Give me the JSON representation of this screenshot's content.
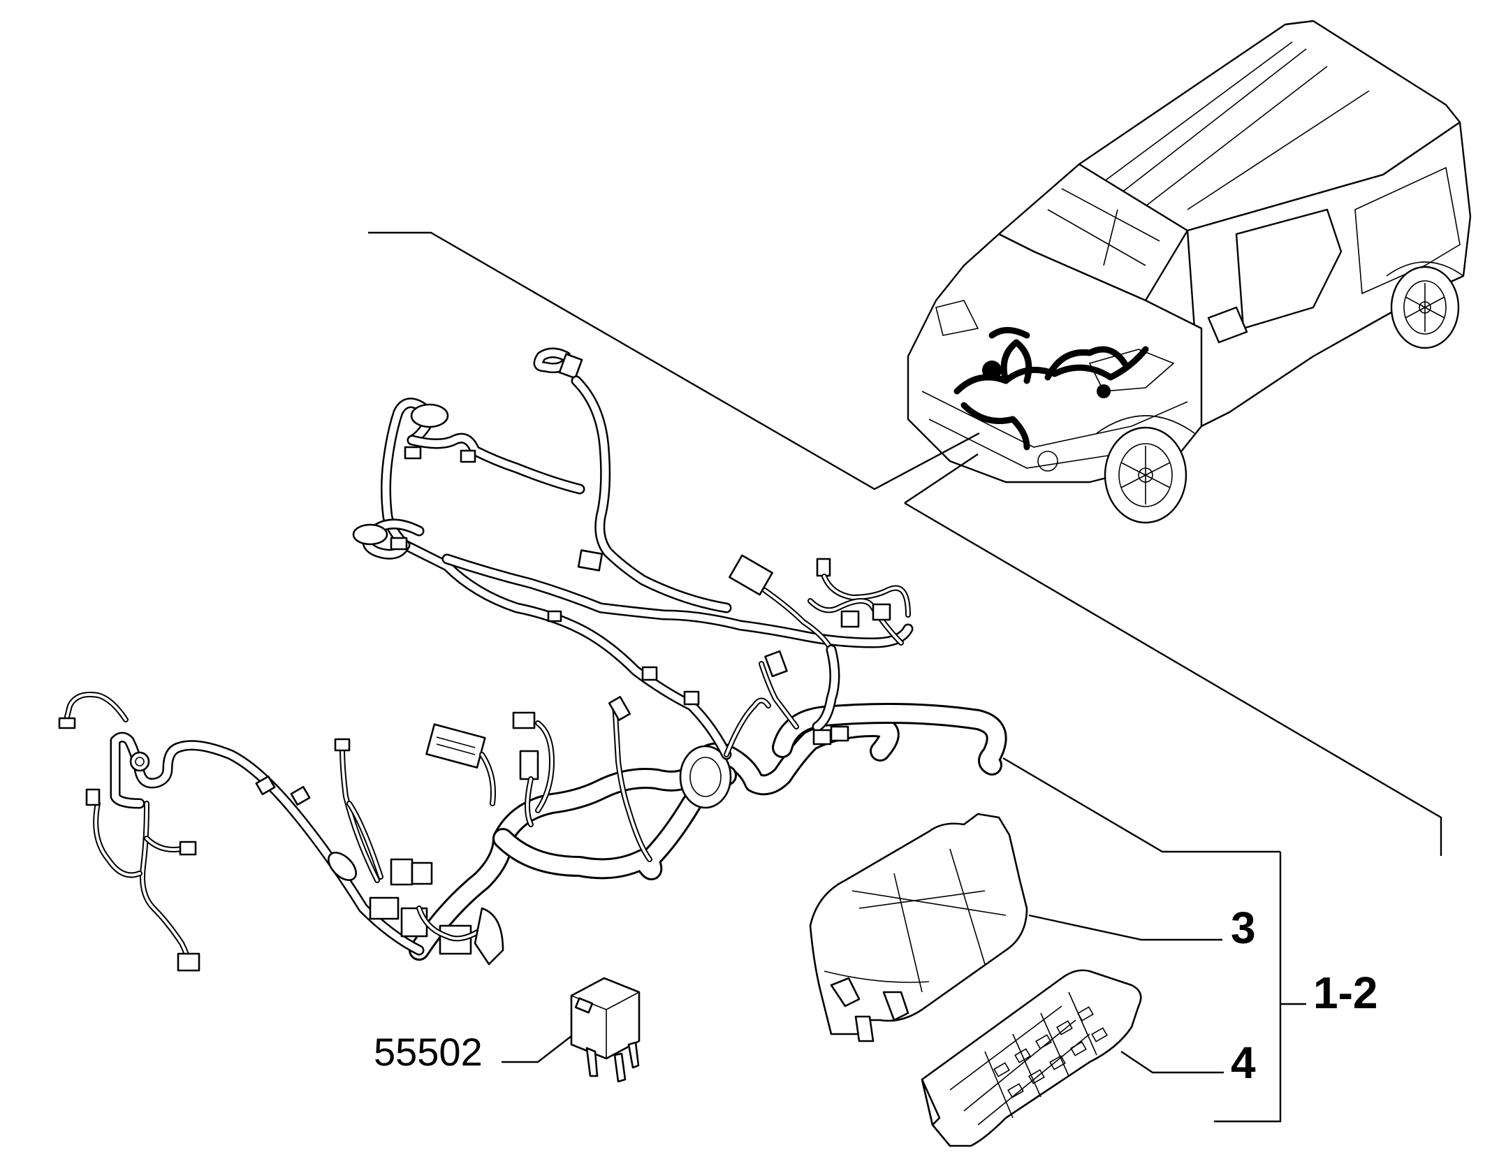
{
  "callouts": {
    "part_3": "3",
    "part_4": "4",
    "part_1_2": "1-2",
    "part_55502": "55502"
  }
}
